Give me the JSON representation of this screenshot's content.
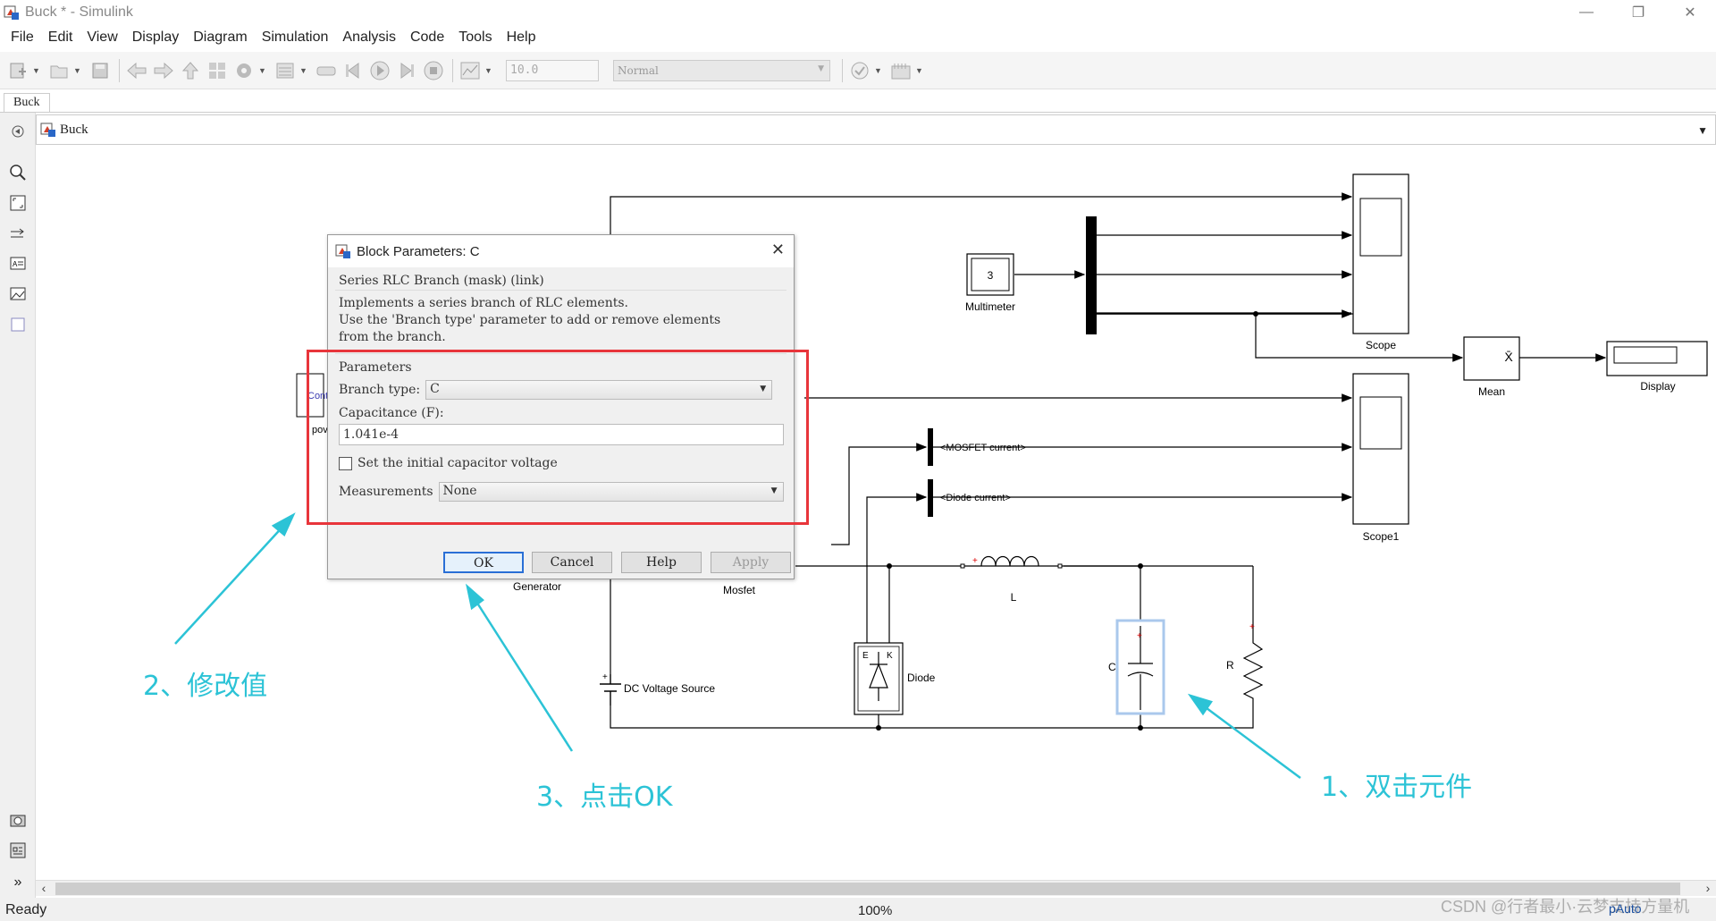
{
  "window": {
    "title": "Buck * - Simulink"
  },
  "menu": [
    "File",
    "Edit",
    "View",
    "Display",
    "Diagram",
    "Simulation",
    "Analysis",
    "Code",
    "Tools",
    "Help"
  ],
  "toolbar": {
    "stop_time": "10.0",
    "sim_mode": "Normal"
  },
  "tab": {
    "label": "Buck"
  },
  "breadcrumb": {
    "label": "Buck"
  },
  "blocks": {
    "multimeter_value": "3",
    "multimeter": "Multimeter",
    "scope": "Scope",
    "scope1": "Scope1",
    "mean": "Mean",
    "mean_symbol": "X̄",
    "display": "Display",
    "mosfet_current": "<MOSFET current>",
    "diode_current": "<Diode current>",
    "generator": "Generator",
    "mosfet": "Mosfet",
    "inductor": "L",
    "diode": "Diode",
    "diode_e": "E",
    "diode_k": "K",
    "capacitor": "C",
    "resistor": "R",
    "dc_source": "DC Voltage Source",
    "cont_partial": "Cont",
    "pow_partial": "pov"
  },
  "dialog": {
    "title": "Block Parameters: C",
    "mask_header": "Series RLC Branch (mask) (link)",
    "description": [
      "Implements a series branch of RLC elements.",
      "Use the 'Branch type' parameter to add or remove elements",
      "from the branch."
    ],
    "params_title": "Parameters",
    "branch_type_label": "Branch type:",
    "branch_type_value": "C",
    "capacitance_label": "Capacitance (F):",
    "capacitance_value": "1.041e-4",
    "initial_voltage_label": "Set the initial capacitor voltage",
    "measurements_label": "Measurements",
    "measurements_value": "None",
    "buttons": {
      "ok": "OK",
      "cancel": "Cancel",
      "help": "Help",
      "apply": "Apply"
    }
  },
  "annotations": {
    "step1": "1、双击元件",
    "step2": "2、修改值",
    "step3": "3、点击OK"
  },
  "status": {
    "ready": "Ready",
    "zoom": "100%"
  },
  "watermark": {
    "text": "CSDN @行者最小·云梦支持方量机",
    "text2": "pAuto"
  },
  "colors": {
    "annotation": "#2cc3d6",
    "highlight": "#e8353b",
    "ok_border": "#2a6fd6"
  }
}
